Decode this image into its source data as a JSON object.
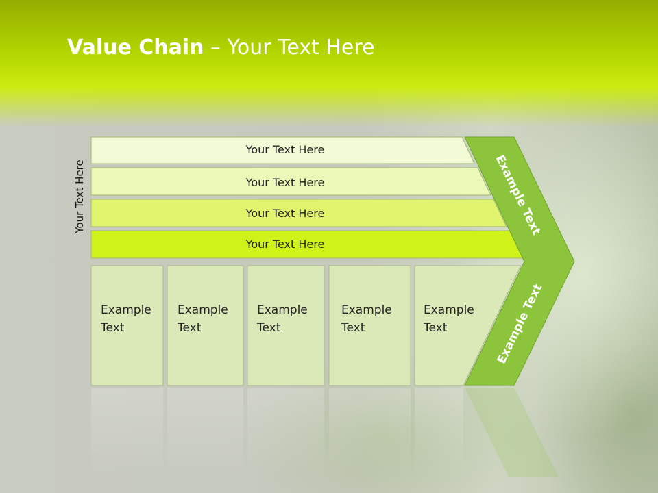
{
  "title": {
    "bold": "Value Chain",
    "rest": " – Your Text Here"
  },
  "side_label": "Your Text Here",
  "bars": [
    {
      "label": "Your Text Here"
    },
    {
      "label": "Your Text Here"
    },
    {
      "label": "Your Text Here"
    },
    {
      "label": "Your Text Here"
    }
  ],
  "boxes": [
    {
      "label": "Example\nText"
    },
    {
      "label": "Example\nText"
    },
    {
      "label": "Example\nText"
    },
    {
      "label": "Example\nText"
    },
    {
      "label": "Example\nText"
    }
  ],
  "chevron": {
    "upper_label": "Example Text",
    "lower_label": "Example Text"
  },
  "colors": {
    "bar_fills": [
      "#f3fbd6",
      "#ebf8b8",
      "#e0f46e",
      "#cff21a"
    ],
    "box_fill": "#dbe8b8",
    "chevron_fill": "#8cc43c"
  }
}
